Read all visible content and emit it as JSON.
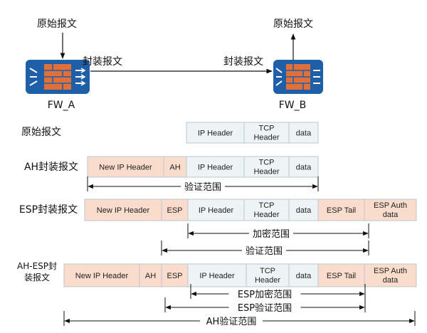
{
  "top": {
    "left_input_label": "原始报文",
    "right_output_label": "原始报文",
    "left_encap_label": "封装报文",
    "right_encap_label": "封装报文",
    "fw_left_name": "FW_A",
    "fw_right_name": "FW_B"
  },
  "rows": [
    {
      "label": "原始报文",
      "segments": [
        {
          "text": "IP Header",
          "fill": "#eef3f6"
        },
        {
          "text": "TCP|Header",
          "fill": "#eef3f6"
        },
        {
          "text": "data",
          "fill": "#eef3f6"
        }
      ],
      "ranges": []
    },
    {
      "label": "AH封装报文",
      "segments": [
        {
          "text": "New IP Header",
          "fill": "#f9dccb"
        },
        {
          "text": "AH",
          "fill": "#f9dccb"
        },
        {
          "text": "IP Header",
          "fill": "#eef3f6"
        },
        {
          "text": "TCP|Header",
          "fill": "#eef3f6"
        },
        {
          "text": "data",
          "fill": "#eef3f6"
        }
      ],
      "ranges": [
        {
          "label": "验证范围"
        }
      ]
    },
    {
      "label": "ESP封装报文",
      "segments": [
        {
          "text": "New IP Header",
          "fill": "#f9dccb"
        },
        {
          "text": "ESP",
          "fill": "#f9dccb"
        },
        {
          "text": "IP Header",
          "fill": "#eef3f6"
        },
        {
          "text": "TCP|Header",
          "fill": "#eef3f6"
        },
        {
          "text": "data",
          "fill": "#eef3f6"
        },
        {
          "text": "ESP Tail",
          "fill": "#f9dccb"
        },
        {
          "text": "ESP Auth|data",
          "fill": "#f9dccb"
        }
      ],
      "ranges": [
        {
          "label": "加密范围"
        },
        {
          "label": "验证范围"
        }
      ]
    },
    {
      "label": "AH-ESP封|装报文",
      "segments": [
        {
          "text": "New IP Header",
          "fill": "#f9dccb"
        },
        {
          "text": "AH",
          "fill": "#f9dccb"
        },
        {
          "text": "ESP",
          "fill": "#f9dccb"
        },
        {
          "text": "IP Header",
          "fill": "#eef3f6"
        },
        {
          "text": "TCP|Header",
          "fill": "#eef3f6"
        },
        {
          "text": "data",
          "fill": "#eef3f6"
        },
        {
          "text": "ESP Tail",
          "fill": "#f9dccb"
        },
        {
          "text": "ESP Auth|data",
          "fill": "#f9dccb"
        }
      ],
      "ranges": [
        {
          "label": "ESP加密范围"
        },
        {
          "label": "ESP验证范围"
        },
        {
          "label": "AH验证范围"
        }
      ]
    }
  ],
  "colors": {
    "firewall_body": "#1f5fa8",
    "firewall_brick": "#e0703a",
    "header_fill": "#f9dccb",
    "payload_fill": "#eef3f6",
    "border": "#b9c7d3"
  }
}
